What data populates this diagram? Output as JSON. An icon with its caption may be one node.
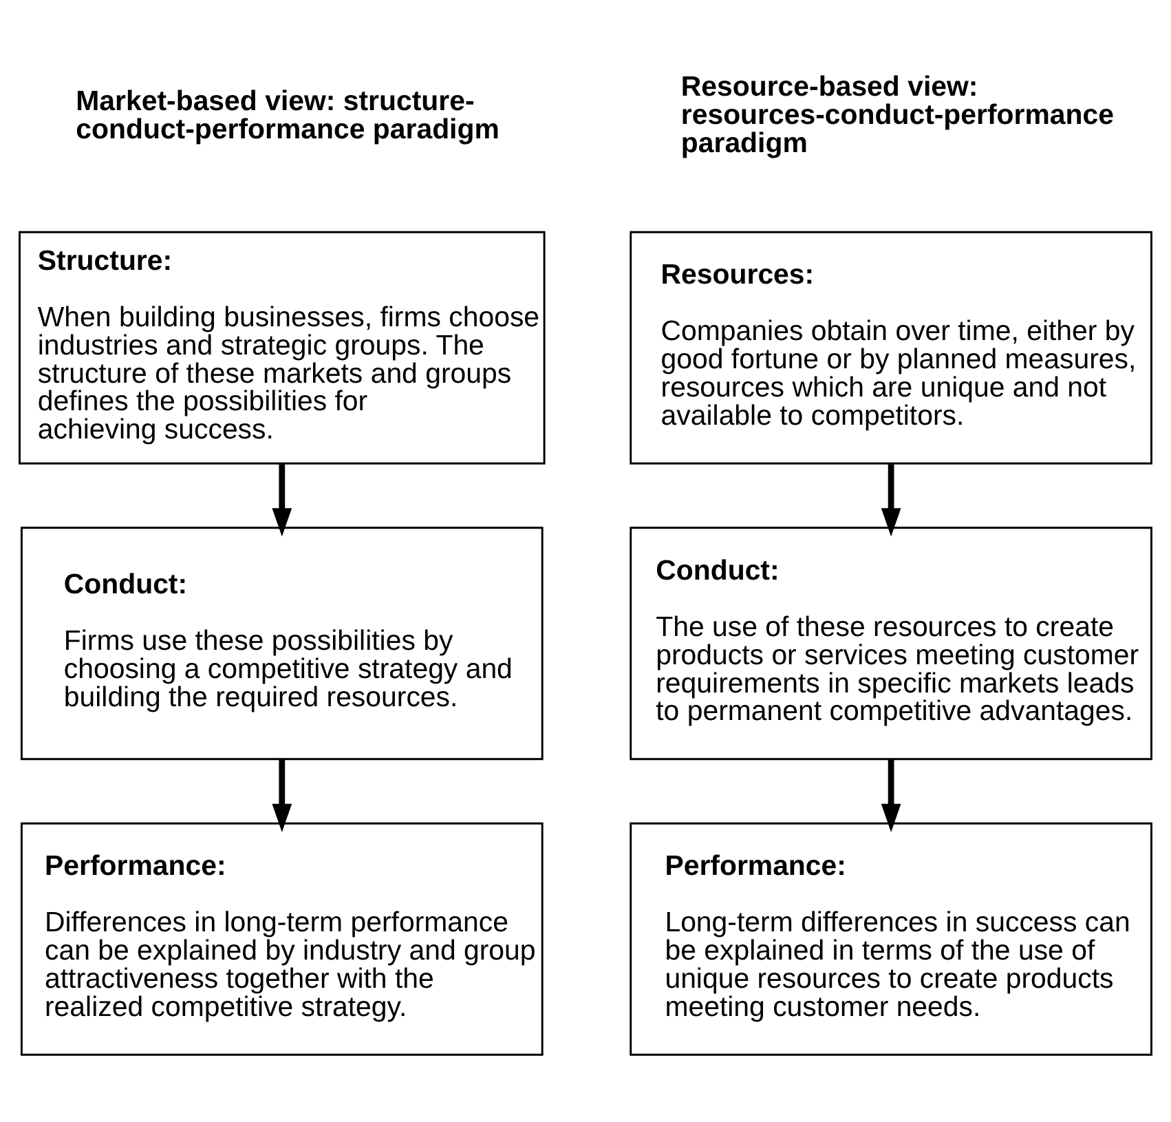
{
  "diagram": {
    "nodes": [
      {
        "text": [
          "Market-based view: structure-conduct-performance paradigm"
        ]
      },
      {
        "text": [
          "Structure:",
          "When building businesses, firms choose industries and strategic groups. The structure of these markets and groups defines the possibilities for achieving success."
        ]
      },
      {
        "text": [
          "Conduct:",
          "Firms use these possibilities by choosing a competitive strategy and building the required resources."
        ]
      },
      {
        "text": [
          "Performance:",
          "Differences in long-term performance can be explained by industry and group attractiveness together with the realized competitive strategy."
        ]
      },
      {
        "text": [
          "Resource-based view: resources-conduct-performance paradigm"
        ]
      },
      {
        "text": [
          "Resources:",
          "Companies obtain over time, either by good fortune or by planned measures, resources which are unique and not available to competitors."
        ]
      },
      {
        "text": [
          "Conduct:",
          "The use of these resources to create products or services meeting customer requirements in specific markets leads to permanent competitive advantages."
        ]
      },
      {
        "text": [
          "Performance:",
          "Long-term differences in success can be explained in terms of the use of unique resources to create products meeting customer needs."
        ]
      }
    ],
    "edges": [
      {
        "from": 1,
        "to": 2,
        "arrow": "to"
      },
      {
        "from": 2,
        "to": 3,
        "arrow": "to"
      },
      {
        "from": 5,
        "to": 6,
        "arrow": "to"
      },
      {
        "from": 6,
        "to": 7,
        "arrow": "to"
      }
    ]
  }
}
